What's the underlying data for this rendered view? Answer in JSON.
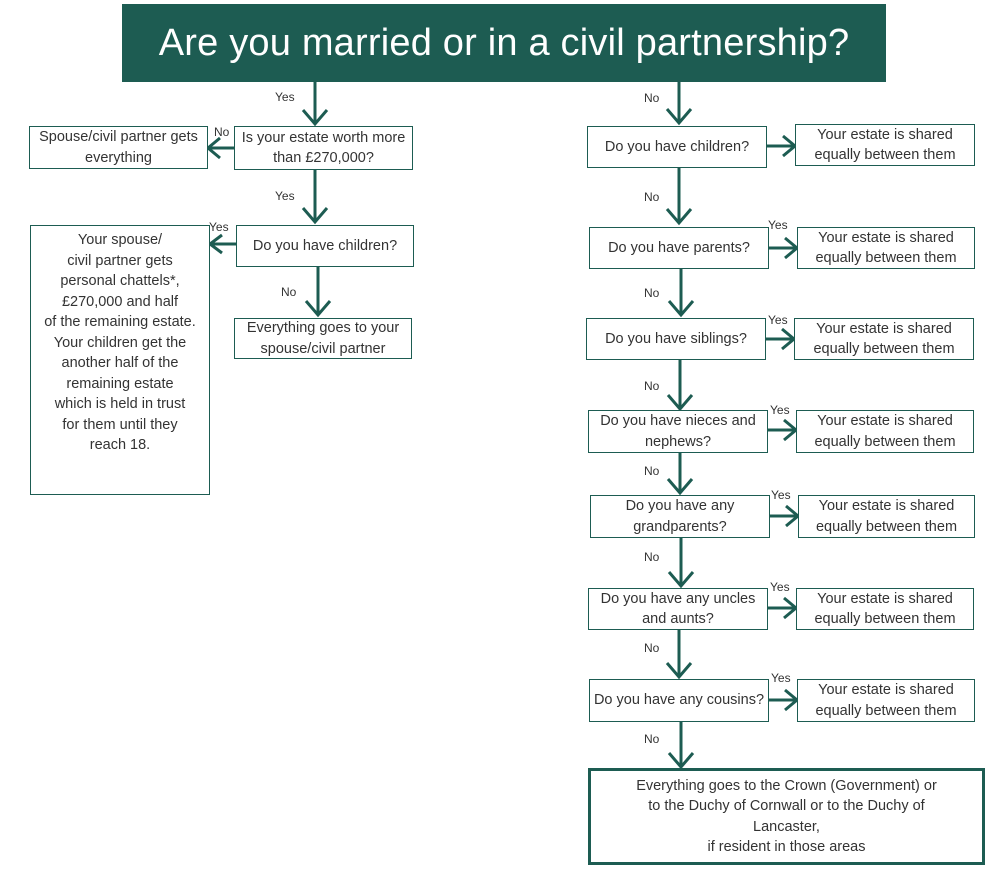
{
  "title": "Are you married or in a civil partnership?",
  "colors": {
    "accent": "#1d5c52",
    "text": "#333333",
    "background": "#ffffff"
  },
  "labels": {
    "yes": "Yes",
    "no": "No"
  },
  "married_branch": {
    "estate_question": "Is your estate worth more than £270,000?",
    "spouse_gets_everything": "Spouse/civil partner gets everything",
    "children_question": "Do you have children?",
    "spouse_and_children": "Your spouse/\ncivil partner gets\npersonal chattels*,\n£270,000 and half\nof the remaining estate.\nYour children get the\nanother half of the\nremaining estate\nwhich is held in trust\nfor them until they\nreach 18.",
    "everything_to_spouse": "Everything goes to your spouse/civil partner"
  },
  "unmarried_branch": {
    "questions": [
      "Do you have children?",
      "Do you have parents?",
      "Do you have siblings?",
      "Do you have nieces and nephews?",
      "Do you have any grandparents?",
      "Do you have any uncles and aunts?",
      "Do you have any cousins?"
    ],
    "shared_outcome": "Your estate is shared equally between them",
    "final_outcome": "Everything goes to the Crown (Government) or\nto the Duchy of Cornwall or to the Duchy of\nLancaster,\nif resident in those areas"
  }
}
